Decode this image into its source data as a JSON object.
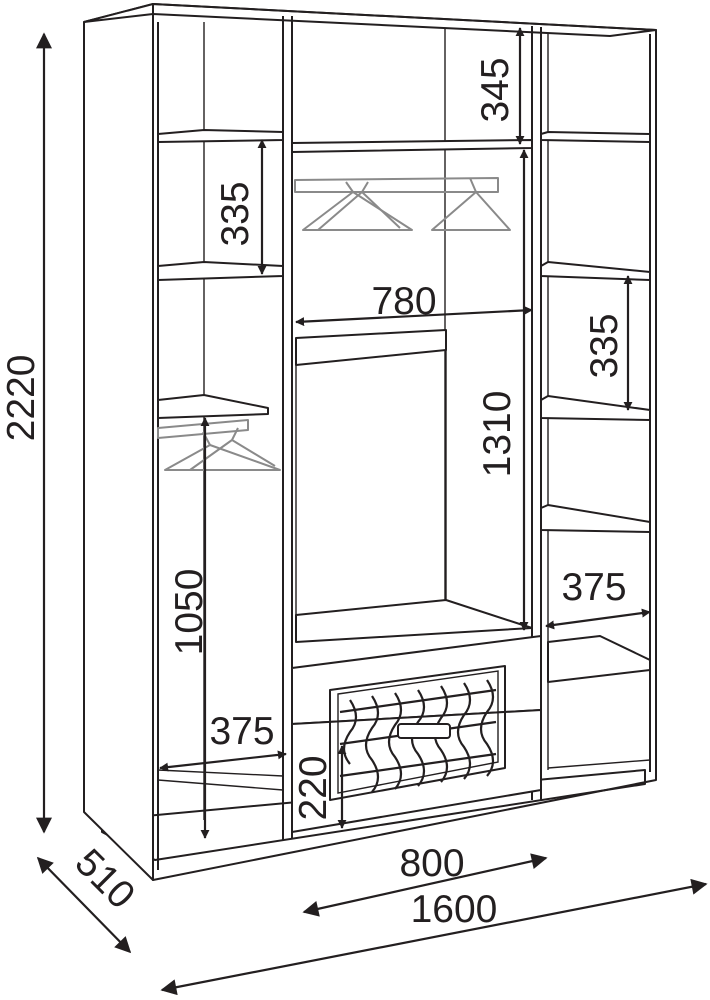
{
  "labels": {
    "total_height": "2220",
    "depth": "510",
    "total_width": "1600",
    "door_width": "800",
    "top_shelf_height": "345",
    "left_upper_shelf_height": "335",
    "right_shelf_height": "335",
    "inner_width": "780",
    "hanging_height_center": "1310",
    "hanging_height_left": "1050",
    "left_section_width": "375",
    "right_section_width": "375",
    "drawer_height": "220"
  },
  "colors": {
    "line": "#231f20",
    "hanger": "#8a8a8a",
    "background": "#ffffff"
  }
}
